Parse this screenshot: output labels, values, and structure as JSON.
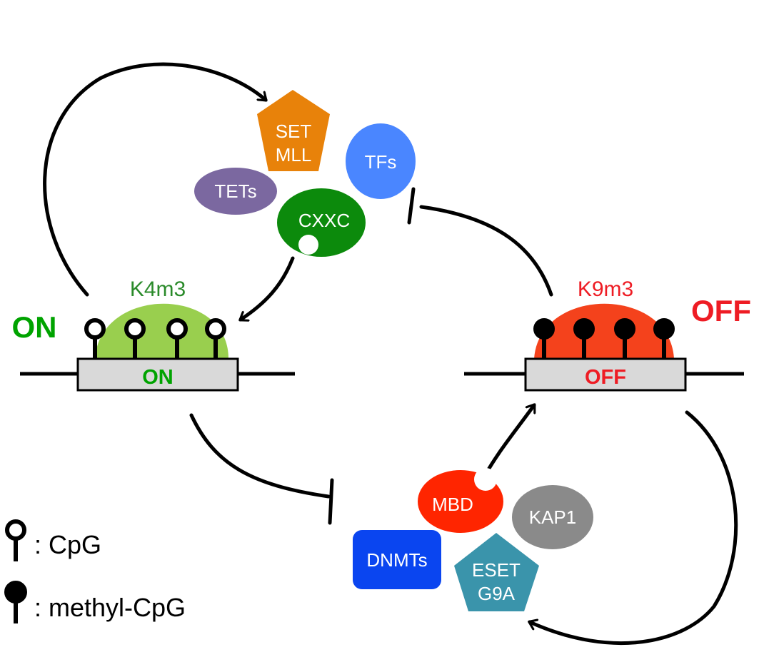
{
  "colors": {
    "on_green": "#00a300",
    "k4_green": "#2a8a2a",
    "on_mound": "#99cf4e",
    "off_red": "#ee1c24",
    "off_mound": "#f4421c",
    "gene_box": "#d9d9d9",
    "set_mll": "#e8820a",
    "tfs": "#4a86ff",
    "tets": "#7b68a0",
    "cxxc": "#0c8a0c",
    "mbd": "#ff2500",
    "kap1": "#8a8a8a",
    "dnmts": "#0a45f0",
    "eset_g9a": "#3a94ab"
  },
  "on_state": {
    "side_label": "ON",
    "mark_label": "K4m3",
    "box_label": "ON"
  },
  "off_state": {
    "side_label": "OFF",
    "mark_label": "K9m3",
    "box_label": "OFF"
  },
  "activators": {
    "set_mll_line1": "SET",
    "set_mll_line2": "MLL",
    "tfs": "TFs",
    "tets": "TETs",
    "cxxc": "CXXC"
  },
  "repressors": {
    "mbd": "MBD",
    "kap1": "KAP1",
    "dnmts": "DNMTs",
    "eset_line1": "ESET",
    "eset_line2": "G9A"
  },
  "legend": {
    "cpg": ": CpG",
    "methyl_cpg": ": methyl-CpG"
  }
}
